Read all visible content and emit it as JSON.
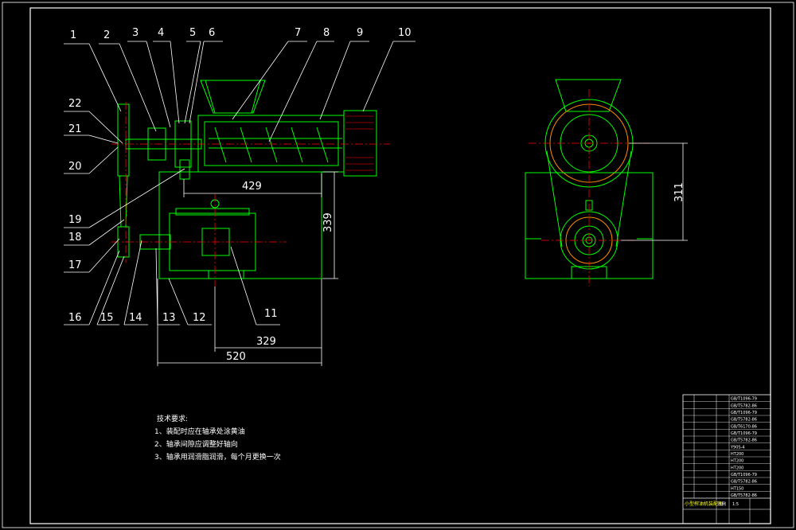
{
  "part_labels": [
    "1",
    "2",
    "3",
    "4",
    "5",
    "6",
    "7",
    "8",
    "9",
    "10",
    "11",
    "12",
    "13",
    "14",
    "15",
    "16",
    "17",
    "18",
    "19",
    "20",
    "21",
    "22"
  ],
  "dimensions": {
    "d429": "429",
    "d339": "339",
    "d329": "329",
    "d520": "520",
    "d311": "311"
  },
  "tech_notes": {
    "heading": "技术要求:",
    "items": [
      "1、装配时应在轴承处涂黄油",
      "2、轴承间隙应调整好轴向",
      "3、轴承用润滑脂润滑，每个月更换一次"
    ]
  },
  "title_block": {
    "rows": [
      "GB/T1096-79",
      "GB/T5782-86",
      "GB/T1096-79",
      "GB/T5782-86",
      "GB/T6170-86",
      "GB/T1096-79",
      "GB/T5782-86",
      "Y90S-4",
      "HT200",
      "HT200",
      "HT200",
      "GB/T1096-79",
      "GB/T5782-86",
      "HT150",
      "GB/T5782-86"
    ],
    "title": "小型榨油机装配图",
    "scale_label": "比例",
    "scale_value": "1:5"
  },
  "colors": {
    "line": "#00ff00",
    "label": "#ffffff",
    "center": "#ff0000",
    "frame": "#ffffff"
  }
}
